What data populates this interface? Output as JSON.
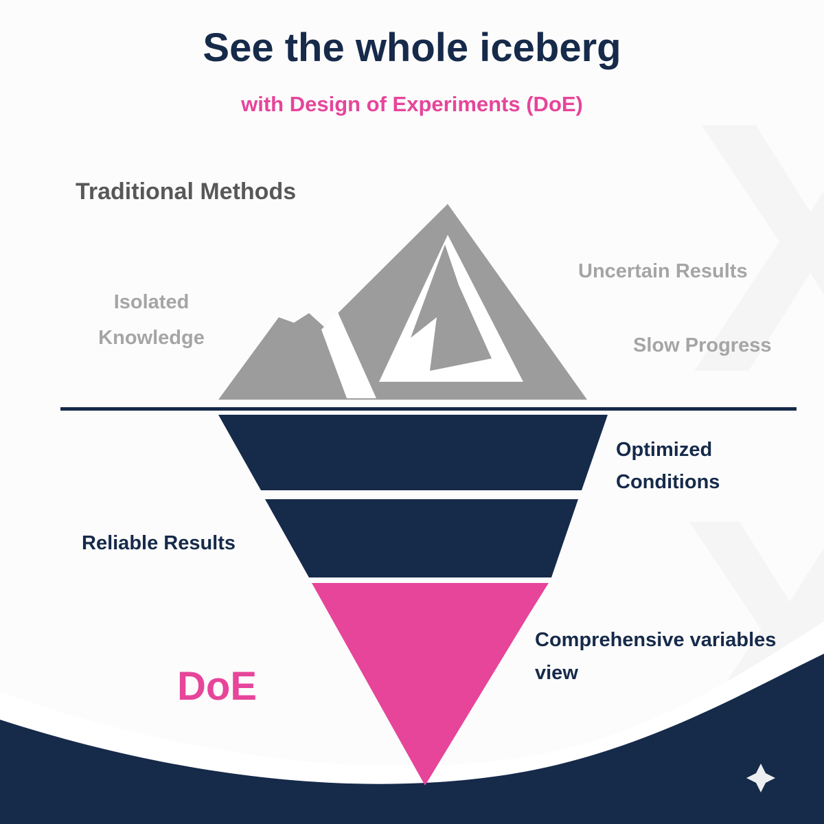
{
  "page": {
    "title": "See the whole iceberg",
    "subtitle": "with Design of Experiments (DoE)"
  },
  "traditional": {
    "heading": "Traditional Methods",
    "labels": {
      "isolated": "Isolated Knowledge",
      "uncertain": "Uncertain Results",
      "slow": "Slow Progress"
    }
  },
  "doe": {
    "label": "DoE",
    "labels": {
      "optimized": "Optimized Conditions",
      "reliable": "Reliable Results",
      "comprehensive": "Comprehensive variables view"
    }
  },
  "watermark": "X",
  "colors": {
    "navy": "#162a4a",
    "pink": "#e6459a",
    "iceberg_gray": "#9c9c9c",
    "label_gray": "#a5a5a5",
    "heading_gray": "#585858",
    "background": "#fcfcfc",
    "watermark_gray": "#f5f5f5"
  }
}
